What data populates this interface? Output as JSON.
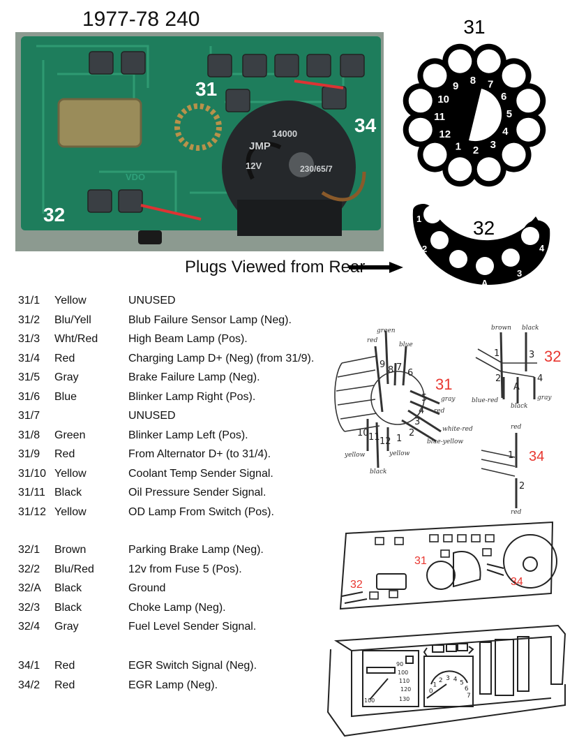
{
  "title": "1977-78 240",
  "photo": {
    "labels": {
      "p31": "31",
      "p32": "32",
      "p34": "34"
    },
    "gauge_text": {
      "brand": "JMP",
      "number": "14000",
      "voltage": "12V",
      "code": "230/65/7",
      "pcb": "VDO"
    }
  },
  "connector31": {
    "title": "31",
    "pins": [
      "1",
      "2",
      "3",
      "4",
      "5",
      "6",
      "7",
      "8",
      "9",
      "10",
      "11",
      "12"
    ]
  },
  "connector32": {
    "title": "32",
    "pins": [
      "1",
      "2",
      "A",
      "3",
      "4"
    ]
  },
  "caption": "Plugs Viewed from Rear",
  "pin_groups": [
    {
      "rows": [
        {
          "pin": "31/1",
          "color": "Yellow",
          "desc": "UNUSED"
        },
        {
          "pin": "31/2",
          "color": "Blu/Yell",
          "desc": "Blub Failure Sensor Lamp (Neg)."
        },
        {
          "pin": "31/3",
          "color": "Wht/Red",
          "desc": "High Beam Lamp (Pos)."
        },
        {
          "pin": "31/4",
          "color": "Red",
          "desc": "Charging Lamp D+ (Neg) (from 31/9)."
        },
        {
          "pin": "31/5",
          "color": "Gray",
          "desc": "Brake Failure Lamp (Neg)."
        },
        {
          "pin": "31/6",
          "color": "Blue",
          "desc": "Blinker Lamp Right (Pos)."
        },
        {
          "pin": "31/7",
          "color": "",
          "desc": "UNUSED"
        },
        {
          "pin": "31/8",
          "color": "Green",
          "desc": "Blinker Lamp Left (Pos)."
        },
        {
          "pin": "31/9",
          "color": "Red",
          "desc": "From Alternator D+ (to 31/4)."
        },
        {
          "pin": "31/10",
          "color": "Yellow",
          "desc": "Coolant Temp Sender Signal."
        },
        {
          "pin": "31/11",
          "color": "Black",
          "desc": "Oil Pressure Sender Signal."
        },
        {
          "pin": "31/12",
          "color": "Yellow",
          "desc": "OD Lamp From Switch (Pos)."
        }
      ]
    },
    {
      "rows": [
        {
          "pin": "32/1",
          "color": "Brown",
          "desc": "Parking Brake Lamp (Neg)."
        },
        {
          "pin": "32/2",
          "color": "Blu/Red",
          "desc": "12v from Fuse 5 (Pos)."
        },
        {
          "pin": "32/A",
          "color": "Black",
          "desc": "Ground"
        },
        {
          "pin": "32/3",
          "color": "Black",
          "desc": "Choke Lamp (Neg)."
        },
        {
          "pin": "32/4",
          "color": "Gray",
          "desc": "Fuel Level Sender Signal."
        }
      ]
    },
    {
      "rows": [
        {
          "pin": "34/1",
          "color": "Red",
          "desc": "EGR Switch Signal (Neg)."
        },
        {
          "pin": "34/2",
          "color": "Red",
          "desc": "EGR Lamp (Neg)."
        }
      ]
    }
  ],
  "wiring_diagram": {
    "plug31": {
      "label": "31",
      "wires": [
        "red",
        "green",
        "blue",
        "gray",
        "red",
        "white-red",
        "blue-yellow",
        "yellow",
        "black",
        "yellow"
      ],
      "pin_numbers": [
        "9",
        "8",
        "7",
        "6",
        "5",
        "4",
        "3",
        "2",
        "1",
        "10",
        "11",
        "12"
      ]
    },
    "plug32": {
      "label": "32",
      "wires": [
        "brown",
        "black",
        "blue-red",
        "black",
        "gray"
      ],
      "pin_numbers": [
        "1",
        "3",
        "2",
        "A",
        "4"
      ]
    },
    "plug34": {
      "label": "34",
      "wires": [
        "red",
        "red"
      ],
      "pin_numbers": [
        "1",
        "2"
      ]
    }
  },
  "panel_diagram": {
    "labels": {
      "p31": "31",
      "p32": "32",
      "p34": "34"
    },
    "speedo_ticks": [
      "90",
      "100",
      "110",
      "120",
      "130",
      "100"
    ],
    "tach_ticks": [
      "0",
      "1",
      "2",
      "3",
      "4",
      "5",
      "6",
      "7"
    ]
  },
  "accent_colors": {
    "label_red": "#e8362f",
    "pcb_green": "#1f7a5a"
  }
}
